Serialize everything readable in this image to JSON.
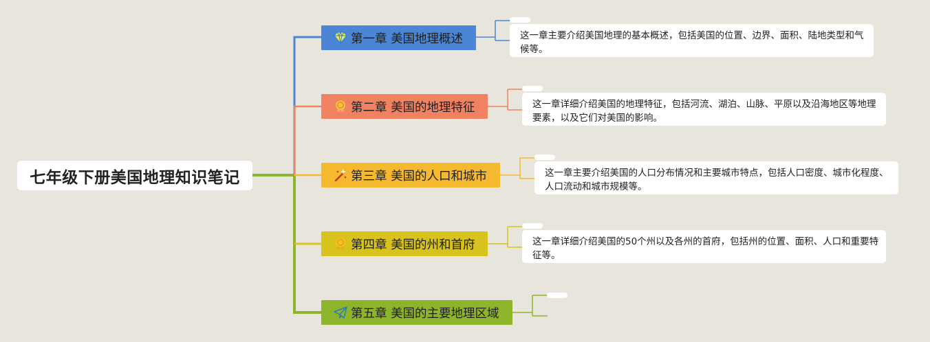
{
  "root": {
    "title": "七年级下册美国地理知识笔记"
  },
  "chapters": [
    {
      "title": "第一章 美国地理概述",
      "color": "#4a86d4",
      "icon": "diamond-icon",
      "note": "这一章主要介绍美国地理的基本概述，包括美国的位置、边界、面积、陆地类型和气候等。"
    },
    {
      "title": "第二章 美国的地理特征",
      "color": "#f08262",
      "icon": "award-ribbon-icon",
      "note": "这一章详细介绍美国的地理特征，包括河流、湖泊、山脉、平原以及沿海地区等地理要素，以及它们对美国的影响。"
    },
    {
      "title": "第三章 美国的人口和城市",
      "color": "#f4b92e",
      "icon": "magic-wand-icon",
      "note": "这一章主要介绍美国的人口分布情况和主要城市特点，包括人口密度、城市化程度、人口流动和城市规模等。"
    },
    {
      "title": "第四章 美国的州和首府",
      "color": "#d8c21c",
      "icon": "award-ribbon-icon",
      "note": "这一章详细介绍美国的50个州以及各州的首府，包括州的位置、面积、人口和重要特征等。"
    },
    {
      "title": "第五章 美国的主要地理区域",
      "color": "#8db52c",
      "icon": "paper-plane-icon",
      "note": ""
    }
  ]
}
